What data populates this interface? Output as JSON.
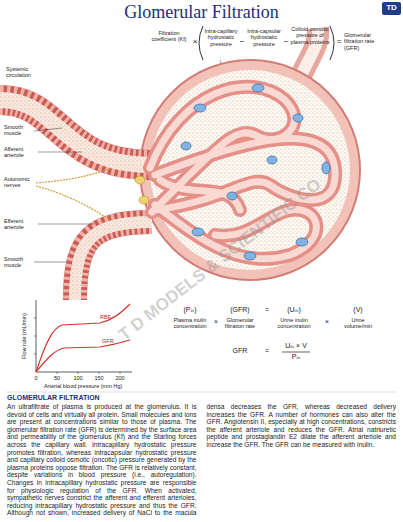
{
  "diagram": {
    "title": "Glomerular Filtration",
    "labels": [
      "TD",
      "Filtration coefficient (Kf)",
      "×",
      "Intra-capillary hydrostatic pressure",
      "−",
      "Intra-capsular hydrostatic pressure",
      "−",
      "Colloid osmotic pressure of plasma proteins",
      "=",
      "Glomerular filtration rate (GFR)",
      "Systemic circulation",
      "Smooth muscle",
      "Afferent arteriole",
      "Autonomic nerves",
      "Efferent arteriole",
      "Smooth muscle",
      "Flow rate (mL/min)",
      "RBF",
      "GFR",
      "0",
      "50",
      "100",
      "150",
      "200",
      "Arterial blood pressure (mm Hg)",
      "(Pᵢₙ)",
      "(GFR)",
      "=",
      "(Uᵢₙ)",
      "(V)",
      "Plasma inulin concentration",
      "×",
      "Glomerular filtration rate",
      "Urine inulin concentration",
      "×",
      "Urine volume/min",
      "GFR",
      "=",
      "Uᵢₙ × V",
      "Pᵢₙ",
      "T D MODELS & SCIENTIFIC CO",
      "GLOMERULAR FILTRATION",
      "An ultrafiltrate of plasma is produced at the glomerulus. It is devoid of cells and virtually all protein. Small molecules and ions are present at concentrations similar to those of plasma. The glomerular filtration rate (GFR) is determined by the surface area and permeability of the glomerulus (Kf) and the Starling forces across the capillary wall. Intracapillary hydrostatic pressure promotes filtration, whereas intracapsular hydrostatic pressure and capillary colloid osmotic (oncotic) pressure generated by the plasma proteins oppose filtration. The GFR is relatively constant, despite variations in blood pressure (i.e., autoregulation). Changes in intracapillary hydrostatic pressure are responsible for physiologic regulation of the GFR. When activated, sympathetic nerves constrict the afferent and efferent arterioles, reducing intracapillary hydrostatic pressure and thus the GFR. Although not shown, increased delivery of NaCl to the macula densa decreases the GFR, whereas decreased delivery increases the GFR. A number of hormones can also alter the GFR. Angiotensin II, especially at high concentrations, constricts the afferent arteriole and reduces the GFR. Atrial natriuretic peptide and prostaglandin E2 dilate the afferent arteriole and increase the GFR. The GFR can be measured with inulin."
    ]
  }
}
